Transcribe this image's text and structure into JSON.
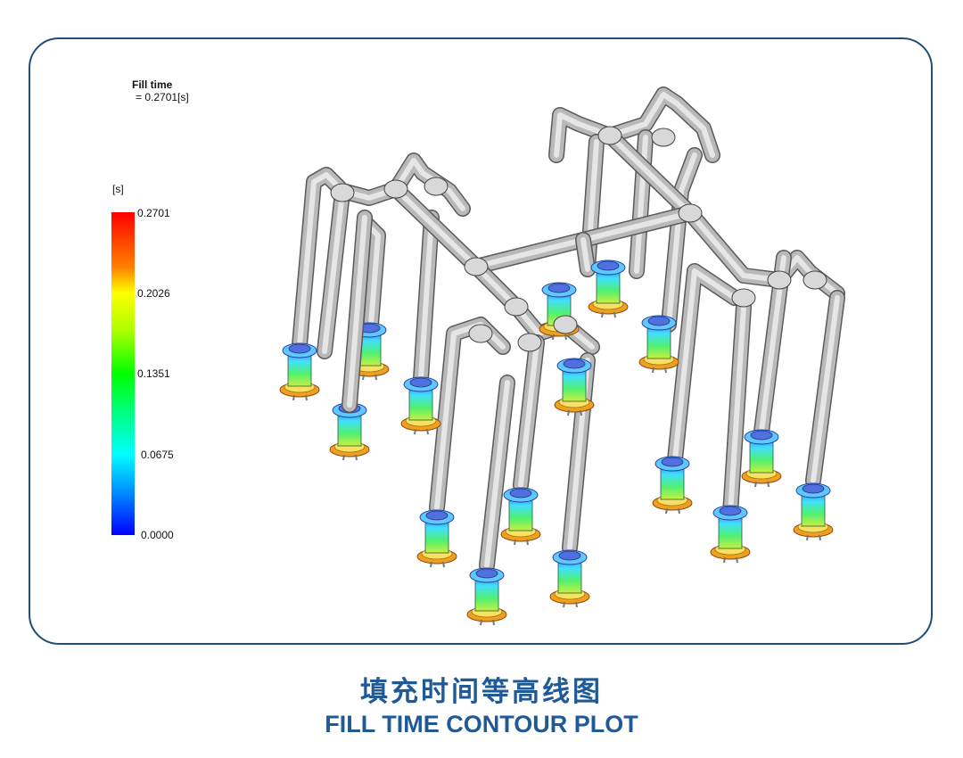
{
  "fill_time": {
    "label": "Fill time",
    "value": "= 0.2701[s]"
  },
  "legend": {
    "unit": "[s]",
    "ticks": [
      "0.2701",
      "0.2026",
      "0.1351",
      "0.0675",
      "0.0000"
    ],
    "colors": [
      "#ff0000",
      "#ff8000",
      "#ffff00",
      "#00ff00",
      "#00ffff",
      "#0080ff",
      "#0000ff"
    ]
  },
  "caption": {
    "title_cn": "填充时间等高线图",
    "title_en": "FILL TIME CONTOUR PLOT"
  },
  "colors": {
    "frame_border": "#1f4e79",
    "caption": "#1f5a96",
    "pipe": "#b4b4b4"
  }
}
